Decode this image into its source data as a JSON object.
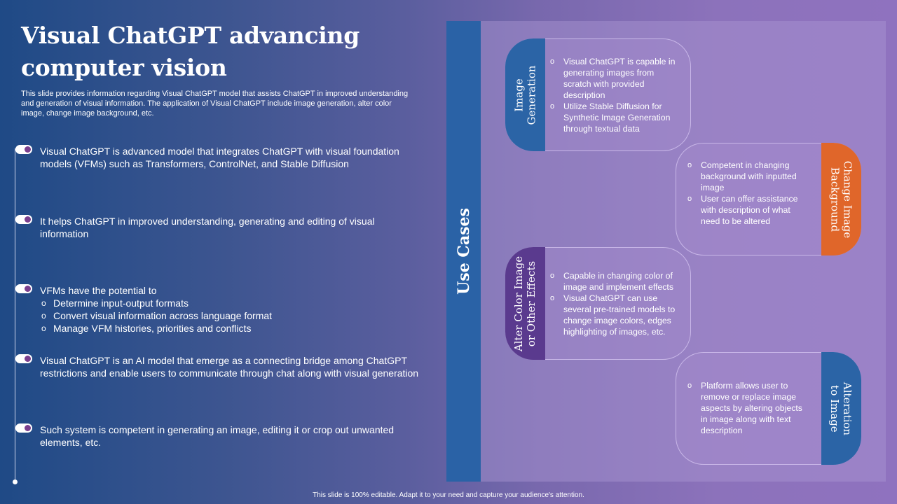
{
  "slide": {
    "title": "Visual ChatGPT advancing computer vision",
    "subtitle": "This slide provides information regarding Visual ChatGPT model that assists ChatGPT in improved understanding and generation of visual information. The application of Visual ChatGPT include image generation, alter color image, change image background, etc.",
    "footer": "This slide is 100% editable. Adapt it to your need and capture your audience's attention."
  },
  "bullets": [
    {
      "text": "Visual ChatGPT is advanced model that integrates ChatGPT with visual foundation models (VFMs) such as Transformers, ControlNet, and Stable Diffusion"
    },
    {
      "text": "It helps ChatGPT in improved understanding, generating and editing of visual information"
    },
    {
      "text": "VFMs have the potential to",
      "sub": [
        "Determine input-output formats",
        "Convert visual information across language format",
        "Manage VFM histories, priorities and conflicts"
      ]
    },
    {
      "text": "Visual ChatGPT is an AI model that emerge as a connecting bridge among ChatGPT restrictions and enable users to communicate through chat along with visual generation"
    },
    {
      "text": "Such system is competent in generating an image, editing it or crop out unwanted elements, etc."
    }
  ],
  "use_cases": {
    "label": "Use Cases",
    "items": [
      {
        "title": "Image Generation",
        "color": "#2b64a6",
        "points": [
          "Visual ChatGPT is capable in generating images from scratch with provided description",
          "Utilize Stable Diffusion for Synthetic Image Generation through textual data"
        ]
      },
      {
        "title": "Change Image Background",
        "color": "#e0662a",
        "points": [
          "Competent in changing background with inputted image",
          "User can offer assistance with description of what need to be altered"
        ]
      },
      {
        "title": "Alter Color Image or Other Effects",
        "color": "#5a3a8e",
        "points": [
          "Capable in changing color of image and implement effects",
          "Visual ChatGPT can use several pre-trained models to change image colors, edges highlighting of images, etc."
        ]
      },
      {
        "title": "Alteration to Image",
        "color": "#2b64a6",
        "points": [
          "Platform allows user to remove or replace image aspects by altering objects in image along with text description"
        ]
      }
    ]
  }
}
